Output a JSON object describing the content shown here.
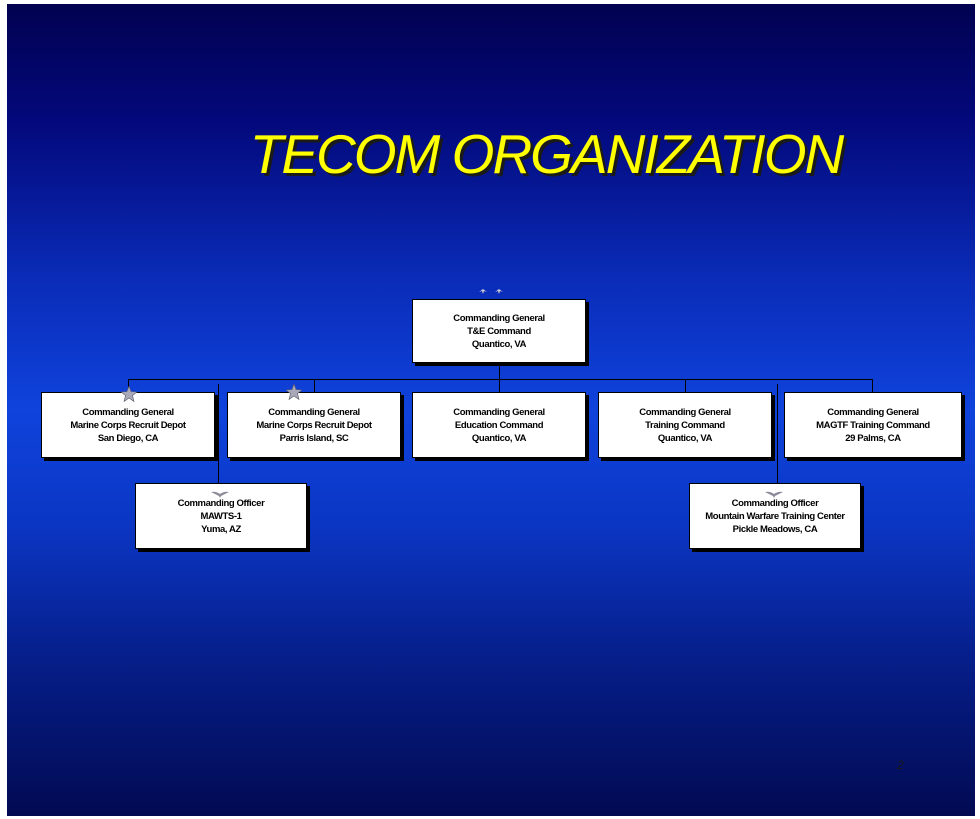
{
  "slide": {
    "title": "TECOM ORGANIZATION",
    "page_number": "2"
  },
  "org": {
    "root": {
      "line1": "Commanding General",
      "line2": "T&E Command",
      "line3": "Quantico, VA",
      "insignia": "two-star-insignia"
    },
    "units": [
      {
        "line1": "Commanding General",
        "line2": "Marine Corps Recruit Depot",
        "line3": "San Diego, CA",
        "insignia": "star-icon"
      },
      {
        "line1": "Commanding General",
        "line2": "Marine Corps Recruit Depot",
        "line3": "Parris Island, SC",
        "insignia": "star-icon"
      },
      {
        "line1": "Commanding General",
        "line2": "Education Command",
        "line3": "Quantico, VA",
        "insignia": ""
      },
      {
        "line1": "Commanding General",
        "line2": "Training Command",
        "line3": "Quantico, VA",
        "insignia": ""
      },
      {
        "line1": "Commanding General",
        "line2": "MAGTF Training Command",
        "line3": "29 Palms, CA",
        "insignia": ""
      }
    ],
    "sub_units": [
      {
        "line1": "Commanding Officer",
        "line2": "MAWTS-1",
        "line3": "Yuma, AZ",
        "insignia": "eagle-icon"
      },
      {
        "line1": "Commanding Officer",
        "line2": "Mountain Warfare Training Center",
        "line3": "Pickle Meadows, CA",
        "insignia": "eagle-icon"
      }
    ]
  },
  "colors": {
    "title": "#ffff00",
    "background_top": "#020250",
    "background_mid": "#0f43dc",
    "box": "#ffffff"
  }
}
